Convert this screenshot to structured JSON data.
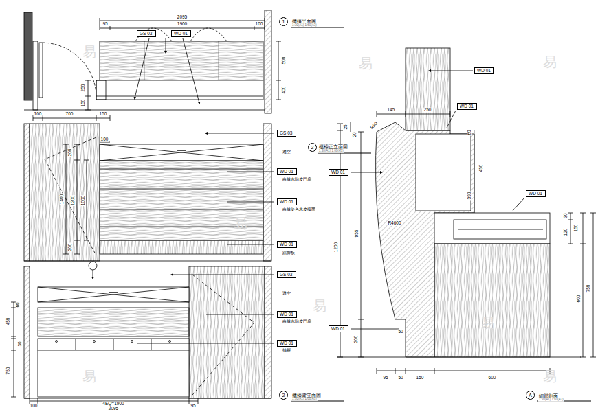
{
  "diagram": {
    "nodes": [
      {
        "text": [
          "GS 03"
        ]
      },
      {
        "text": [
          "WD 01"
        ]
      },
      {
        "text": [
          "GS 03"
        ]
      },
      {
        "text": [
          "WD 01"
        ]
      },
      {
        "text": [
          "WD 01"
        ]
      },
      {
        "text": [
          "WD 01"
        ]
      },
      {
        "text": [
          "GS 03"
        ]
      },
      {
        "text": [
          "WD 01"
        ]
      },
      {
        "text": [
          "WD 01"
        ]
      },
      {
        "text": [
          "WD 01"
        ]
      },
      {
        "text": [
          "WD 01"
        ]
      },
      {
        "text": [
          "WD 01"
        ]
      },
      {
        "text": [
          "WD 01"
        ]
      },
      {
        "text": [
          "WD 01"
        ]
      },
      {
        "text": [
          "1"
        ]
      },
      {
        "text": [
          "2"
        ]
      },
      {
        "text": [
          "2"
        ]
      },
      {
        "text": [
          "A"
        ]
      }
    ],
    "labels": [
      "2095",
      "95",
      "1900",
      "100",
      "500",
      "400",
      "250",
      "150",
      "100",
      "700",
      "150",
      "櫃檯平面圖",
      "1:30(A1) 1:60(A3)",
      "100",
      "200",
      "1400",
      "1200",
      "1000",
      "200",
      "透空",
      "白橡木貼皮門扇",
      "白橡染色木皮檯面",
      "踢腳板",
      "櫃檯正立面圖",
      "1:30(A1) 1:60(A3)",
      "透空",
      "白橡木貼皮門扇",
      "抽屜",
      "450",
      "60",
      "30",
      "750",
      "100",
      "4EQ=1900",
      "95",
      "2095",
      "櫃檯背立面圖",
      "1:30(A1) 1:60(A3)",
      "145",
      "250",
      "R30",
      "25",
      "20",
      "60",
      "450",
      "390",
      "R4600",
      "30",
      "120",
      "150",
      "955",
      "1200",
      "750",
      "600",
      "200",
      "50",
      "95",
      "50",
      "150",
      "600",
      "細部剖面",
      "1:30(A1) 1:60(A3)",
      "易",
      "易",
      "易",
      "易",
      "易",
      "易",
      "易",
      "易"
    ]
  }
}
